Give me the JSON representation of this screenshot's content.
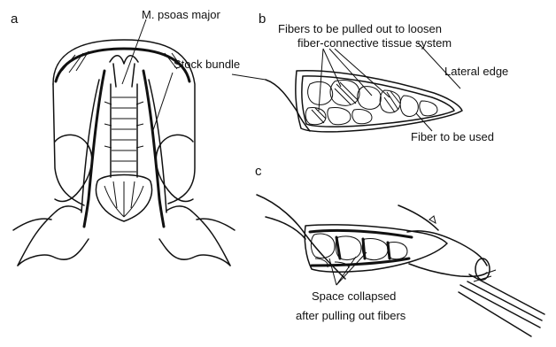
{
  "panels": {
    "a": "a",
    "b": "b",
    "c": "c"
  },
  "labels": {
    "psoas": "M. psoas major",
    "stock_bundle": "Stock bundle",
    "fibers_line1": "Fibers to be pulled out to loosen",
    "fibers_line2": "fiber-connective tissue system",
    "lateral_edge": "Lateral edge",
    "fiber_used": "Fiber to be used",
    "space_line1": "Space collapsed",
    "space_line2": "after pulling out fibers"
  }
}
